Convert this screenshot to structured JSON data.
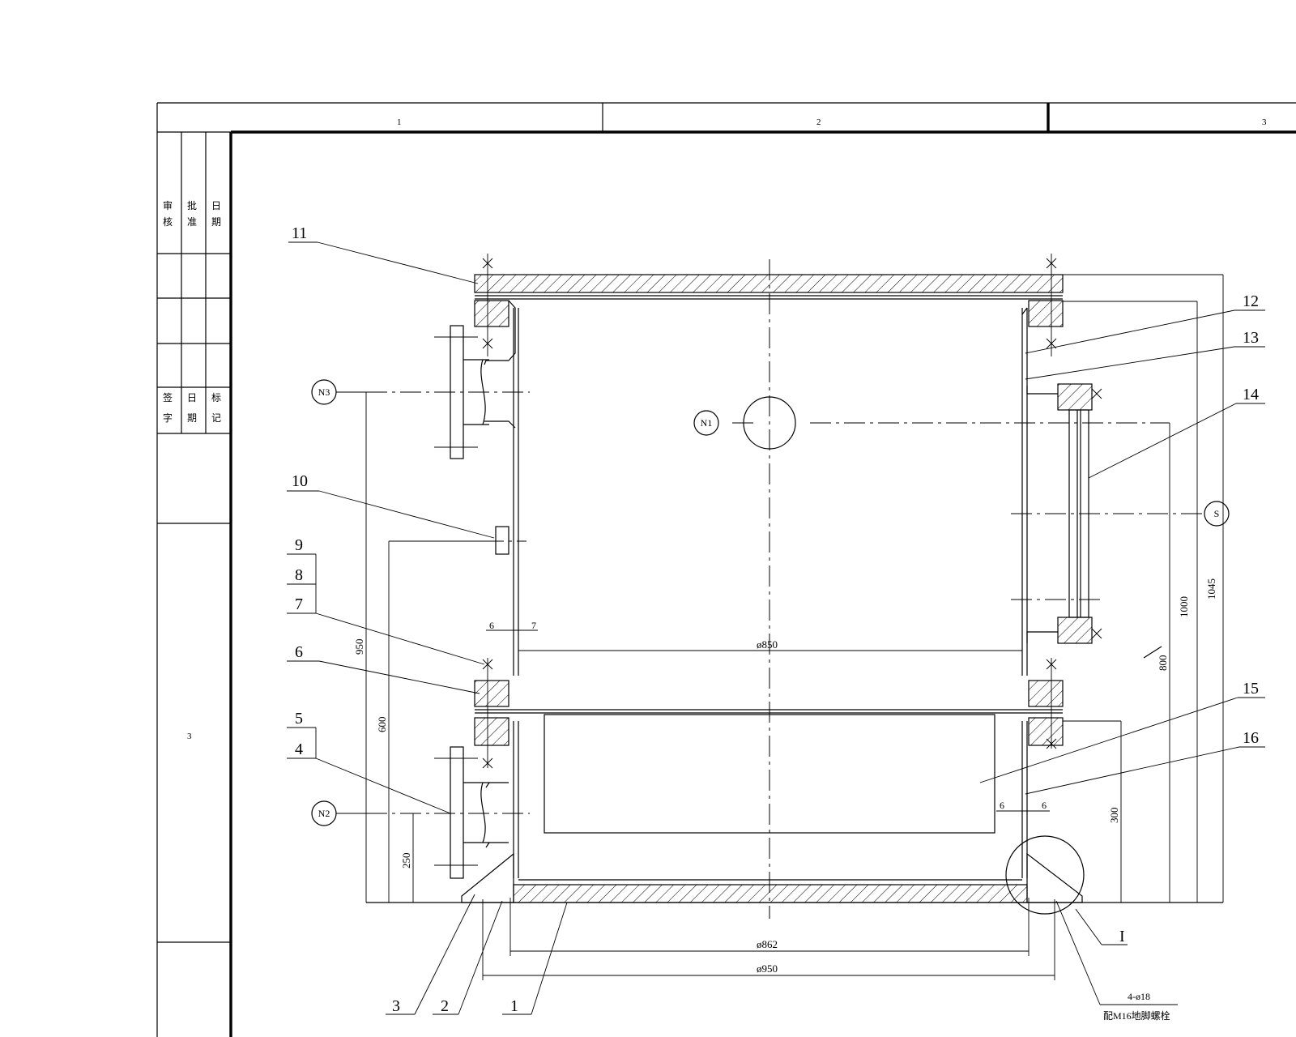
{
  "frame": {
    "columns": [
      "1",
      "2",
      "3"
    ],
    "row_label": "3",
    "sidebar_chars": [
      "审",
      "核",
      "批",
      "准",
      "日",
      "期",
      "签",
      "字",
      "日",
      "期",
      "标",
      "记"
    ]
  },
  "callouts": {
    "c1": "1",
    "c2": "2",
    "c3": "3",
    "c4": "4",
    "c5": "5",
    "c6": "6",
    "c7": "7",
    "c8": "8",
    "c9": "9",
    "c10": "10",
    "c11": "11",
    "c12": "12",
    "c13": "13",
    "c14": "14",
    "c15": "15",
    "c16": "16",
    "detail": "I"
  },
  "nozzles": {
    "n1": "N1",
    "n2": "N2",
    "n3": "N3",
    "s": "S"
  },
  "dimensions": {
    "d850": "ø850",
    "d862": "ø862",
    "d950": "ø950",
    "h950": "950",
    "h600": "600",
    "h250": "250",
    "h1000": "1000",
    "h1045": "1045",
    "h800": "800",
    "h300": "300",
    "sec_left_a": "6",
    "sec_left_b": "7",
    "sec_right_a": "6",
    "sec_right_b": "6"
  },
  "bolt_note": {
    "line1": "4-ø18",
    "line2": "配M16地脚螺栓"
  }
}
